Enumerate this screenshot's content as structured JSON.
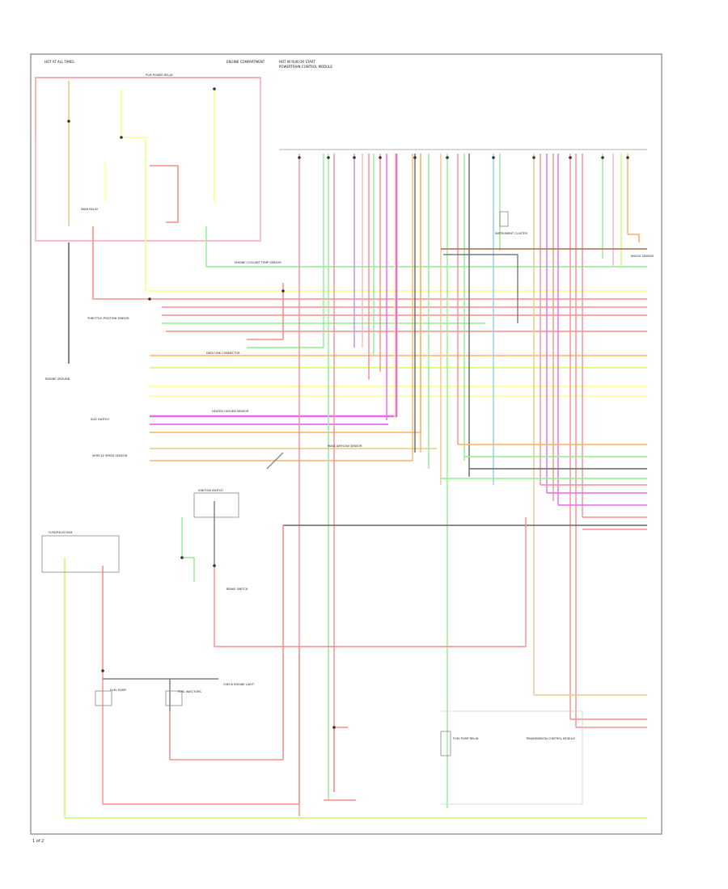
{
  "labels": {
    "top_left_module": "HOT AT ALL TIMES",
    "center_top_module": "ENGINE COMPARTMENT",
    "ecu_header_1": "HOT IN RUN OR START",
    "ecu_header_2": "POWERTRAIN CONTROL MODULE",
    "junction_top": "PCM POWER RELAY",
    "main_relay": "MAIN RELAY",
    "fuse_block": "FUSE/RELAY BOX",
    "sensor_data_link": "DATA LINK CONNECTOR",
    "left_ground": "ENGINE GROUND",
    "throttle_sensor": "THROTTLE POSITION SENSOR",
    "idle_switch": "IDLE SWITCH",
    "o2_sensor": "HEATED OXYGEN SENSOR",
    "vss": "VEHICLE SPEED SENSOR",
    "mass_airflow": "MASS AIRFLOW SENSOR",
    "knock_sensor": "KNOCK SENSOR",
    "coolant_sensor": "ENGINE COOLANT TEMP SENSOR",
    "fuel_pump": "FUEL PUMP",
    "injectors": "FUEL INJECTORS",
    "ignition_switch": "IGNITION SWITCH",
    "brake_switch": "BRAKE SWITCH",
    "check_engine": "CHECK ENGINE LIGHT",
    "instrument_cluster": "INSTRUMENT CLUSTER",
    "bottom_note": "FUEL PUMP RELAY",
    "bottom_right_module": "TRANSMISSION CONTROL MODULE",
    "footer": "1 of 2"
  },
  "colors": {
    "red": "#ff8c8c",
    "pink": "#ffb6c1",
    "yellow": "#ffff80",
    "green": "#90ee90",
    "light_green": "#ccff66",
    "orange": "#ffb060",
    "tan": "#e8c888",
    "magenta": "#ee66ee",
    "violet": "#bb88ff",
    "dark_gray": "#666666",
    "light_blue": "#88ccff",
    "brown": "#a07050",
    "border": "#999999"
  }
}
